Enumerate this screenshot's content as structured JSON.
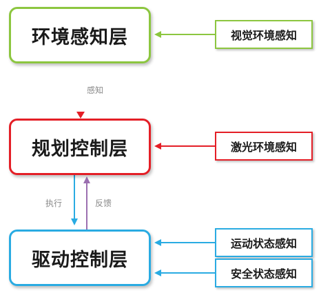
{
  "layers": {
    "perception": {
      "label": "环境感知层",
      "color": "#8cc63f"
    },
    "planning": {
      "label": "规划控制层",
      "color": "#e41e26"
    },
    "drive": {
      "label": "驱动控制层",
      "color": "#29abe2"
    }
  },
  "sensors": {
    "vision": {
      "label": "视觉环境感知",
      "color": "#8cc63f"
    },
    "laser": {
      "label": "激光环境感知",
      "color": "#e41e26"
    },
    "motion": {
      "label": "运动状态感知",
      "color": "#29abe2"
    },
    "safety": {
      "label": "安全状态感知",
      "color": "#29abe2"
    }
  },
  "links": {
    "perceive": "感知",
    "execute": "执行",
    "feedback": "反馈"
  }
}
